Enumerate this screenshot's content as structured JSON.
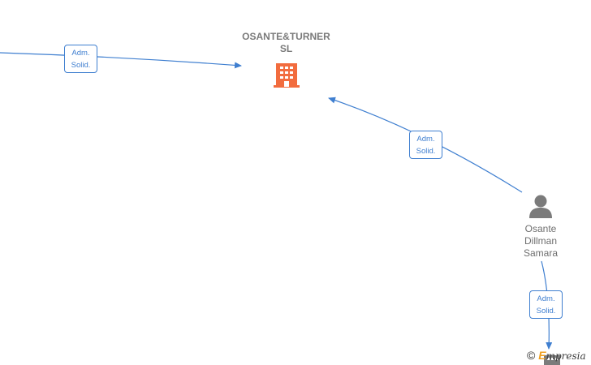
{
  "nodes": {
    "company": {
      "name_line1": "OSANTE&TURNER",
      "name_line2": "SL"
    },
    "person": {
      "name_line1": "Osante",
      "name_line2": "Dillman",
      "name_line3": "Samara"
    }
  },
  "edges": [
    {
      "role_line1": "Adm.",
      "role_line2": "Solid."
    },
    {
      "role_line1": "Adm.",
      "role_line2": "Solid."
    },
    {
      "role_line1": "Adm.",
      "role_line2": "Solid."
    }
  ],
  "watermark": {
    "copyright": "©",
    "brand_initial": "E",
    "brand_rest": "mpresia"
  },
  "colors": {
    "company_icon": "#f26c3e",
    "person_icon": "#7b7b7b",
    "edge": "#3f7fd0",
    "hidden_node_icon": "#7b7b7b"
  },
  "icons": {
    "company": "building-icon",
    "person": "person-icon"
  }
}
